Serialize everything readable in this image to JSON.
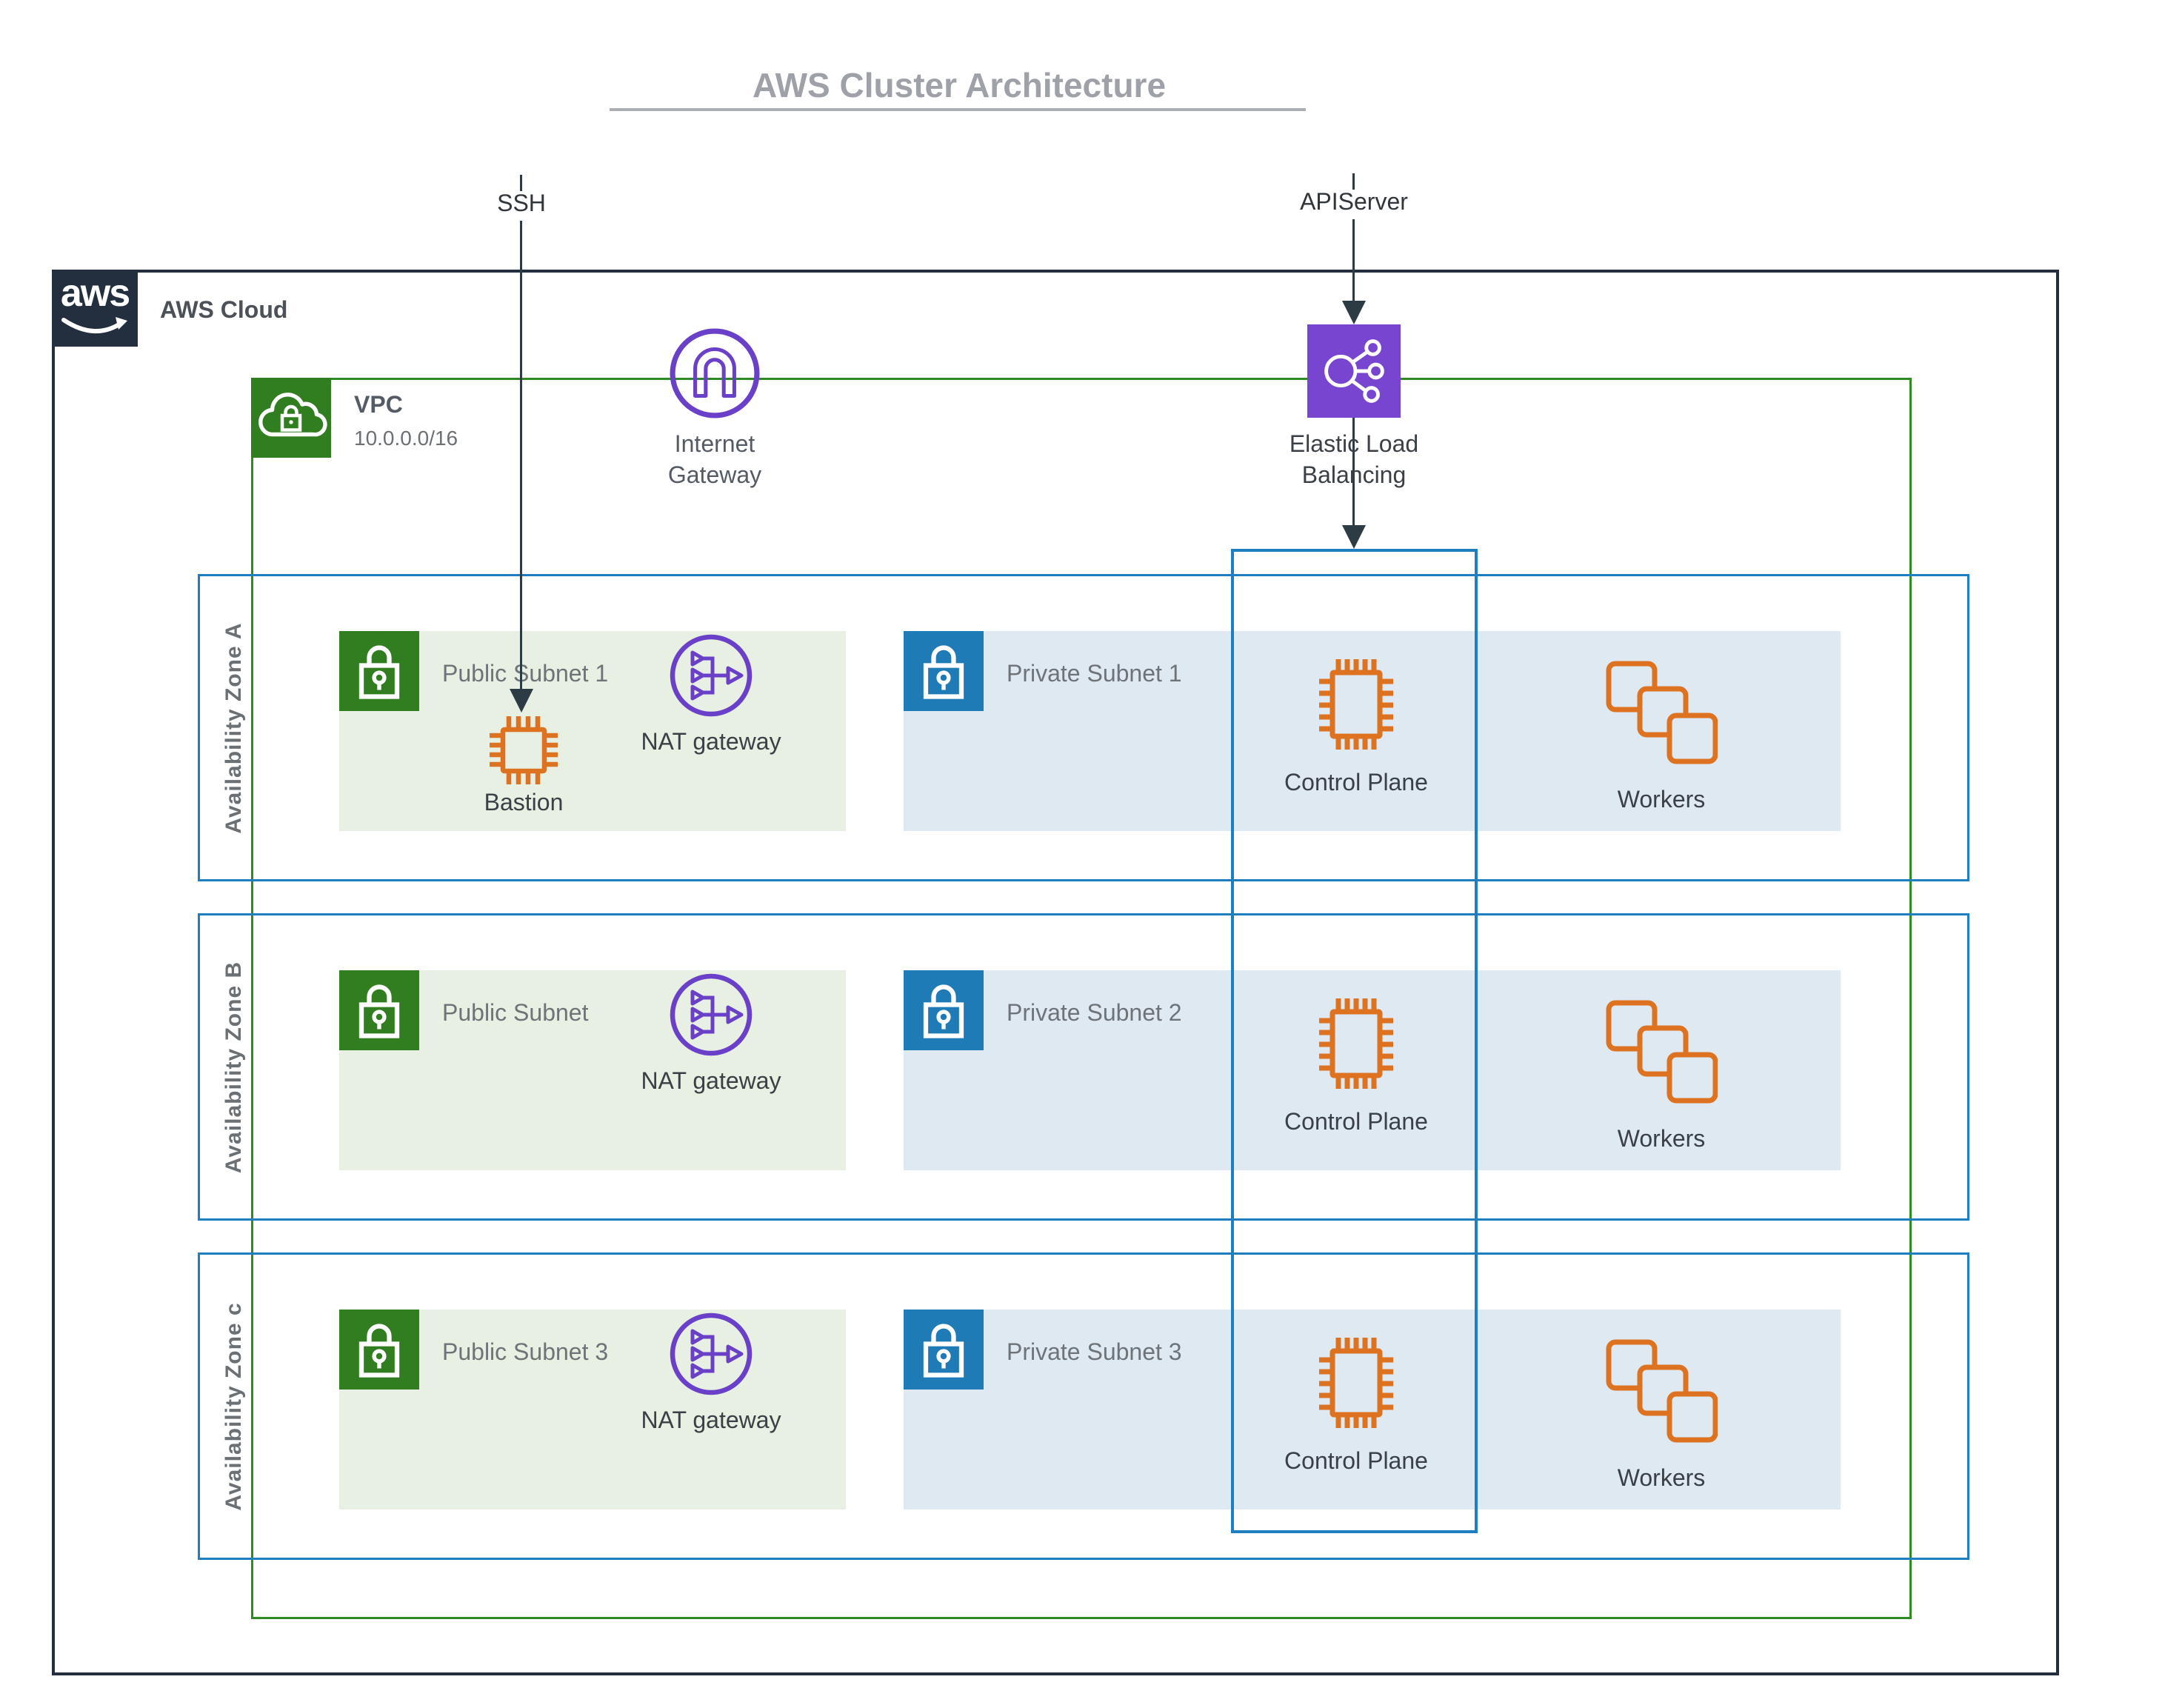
{
  "title": {
    "text": "AWS Cluster Architecture"
  },
  "annotations": {
    "ssh": "SSH",
    "api_server": "APIServer"
  },
  "aws_cloud": {
    "logo": "aws",
    "label": "AWS Cloud"
  },
  "vpc": {
    "label": "VPC",
    "cidr": "10.0.0.0/16"
  },
  "internet_gateway": {
    "label": "Internet Gateway"
  },
  "elastic_load_balancing": {
    "label": "Elastic Load Balancing"
  },
  "zones": [
    {
      "name": "Availability Zone A",
      "public_subnet": "Public Subnet 1",
      "private_subnet": "Private Subnet 1",
      "nat_gateway": "NAT gateway",
      "bastion": "Bastion",
      "control_plane": "Control Plane",
      "workers": "Workers"
    },
    {
      "name": "Availability Zone B",
      "public_subnet": "Public Subnet",
      "private_subnet": "Private Subnet 2",
      "nat_gateway": "NAT gateway",
      "control_plane": "Control Plane",
      "workers": "Workers"
    },
    {
      "name": "Availability Zone c",
      "public_subnet": "Public Subnet 3",
      "private_subnet": "Private Subnet 3",
      "nat_gateway": "NAT gateway",
      "control_plane": "Control Plane",
      "workers": "Workers"
    }
  ],
  "colors": {
    "aws_navy": "#232F3E",
    "vpc_green_border": "#2E8A22",
    "green_icon": "#317E21",
    "public_subnet_fill": "#E7F0E3",
    "az_blue_border": "#1F7EC0",
    "blue_icon": "#1E7BB5",
    "private_subnet_fill": "#DFE9F2",
    "icon_orange": "#DD7321",
    "network_purple": "#6B40C8",
    "elb_purple_fill": "#7745D0",
    "arrow_dark": "#2D3B45",
    "title_gray": "#9EA2A8"
  }
}
